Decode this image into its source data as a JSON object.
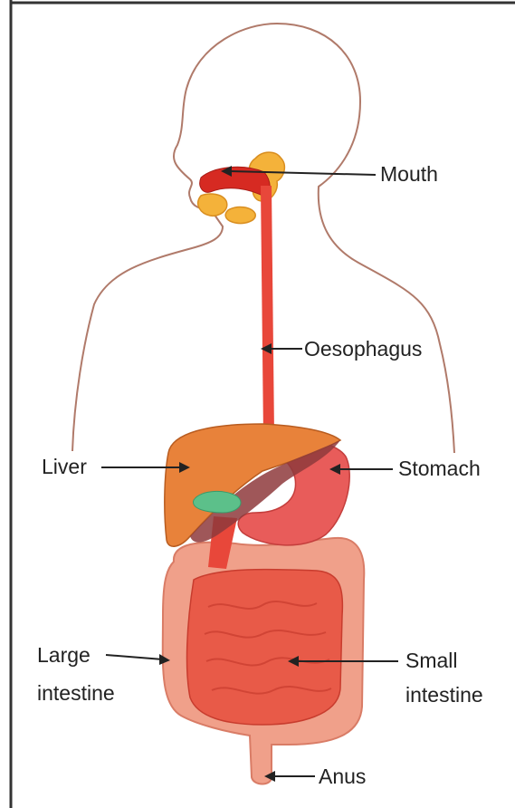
{
  "labels": {
    "mouth": "Mouth",
    "oesophagus": "Oesophagus",
    "liver": "Liver",
    "stomach": "Stomach",
    "large_intestine_1": "Large",
    "large_intestine_2": "intestine",
    "small_intestine_1": "Small",
    "small_intestine_2": "intestine",
    "anus": "Anus"
  },
  "colors": {
    "outline": "#b07a6a",
    "arrow": "#222222",
    "esophagus": "#e8473a",
    "mouth": "#d62a22",
    "gland": "#f4b23a",
    "liver": "#e8823a",
    "liver_dark": "#8e3a3c",
    "stomach": "#e85c5a",
    "gallbladder": "#5cc08a",
    "large_intestine": "#f0a08a",
    "small_intestine": "#e85a48",
    "frame": "#333333"
  }
}
